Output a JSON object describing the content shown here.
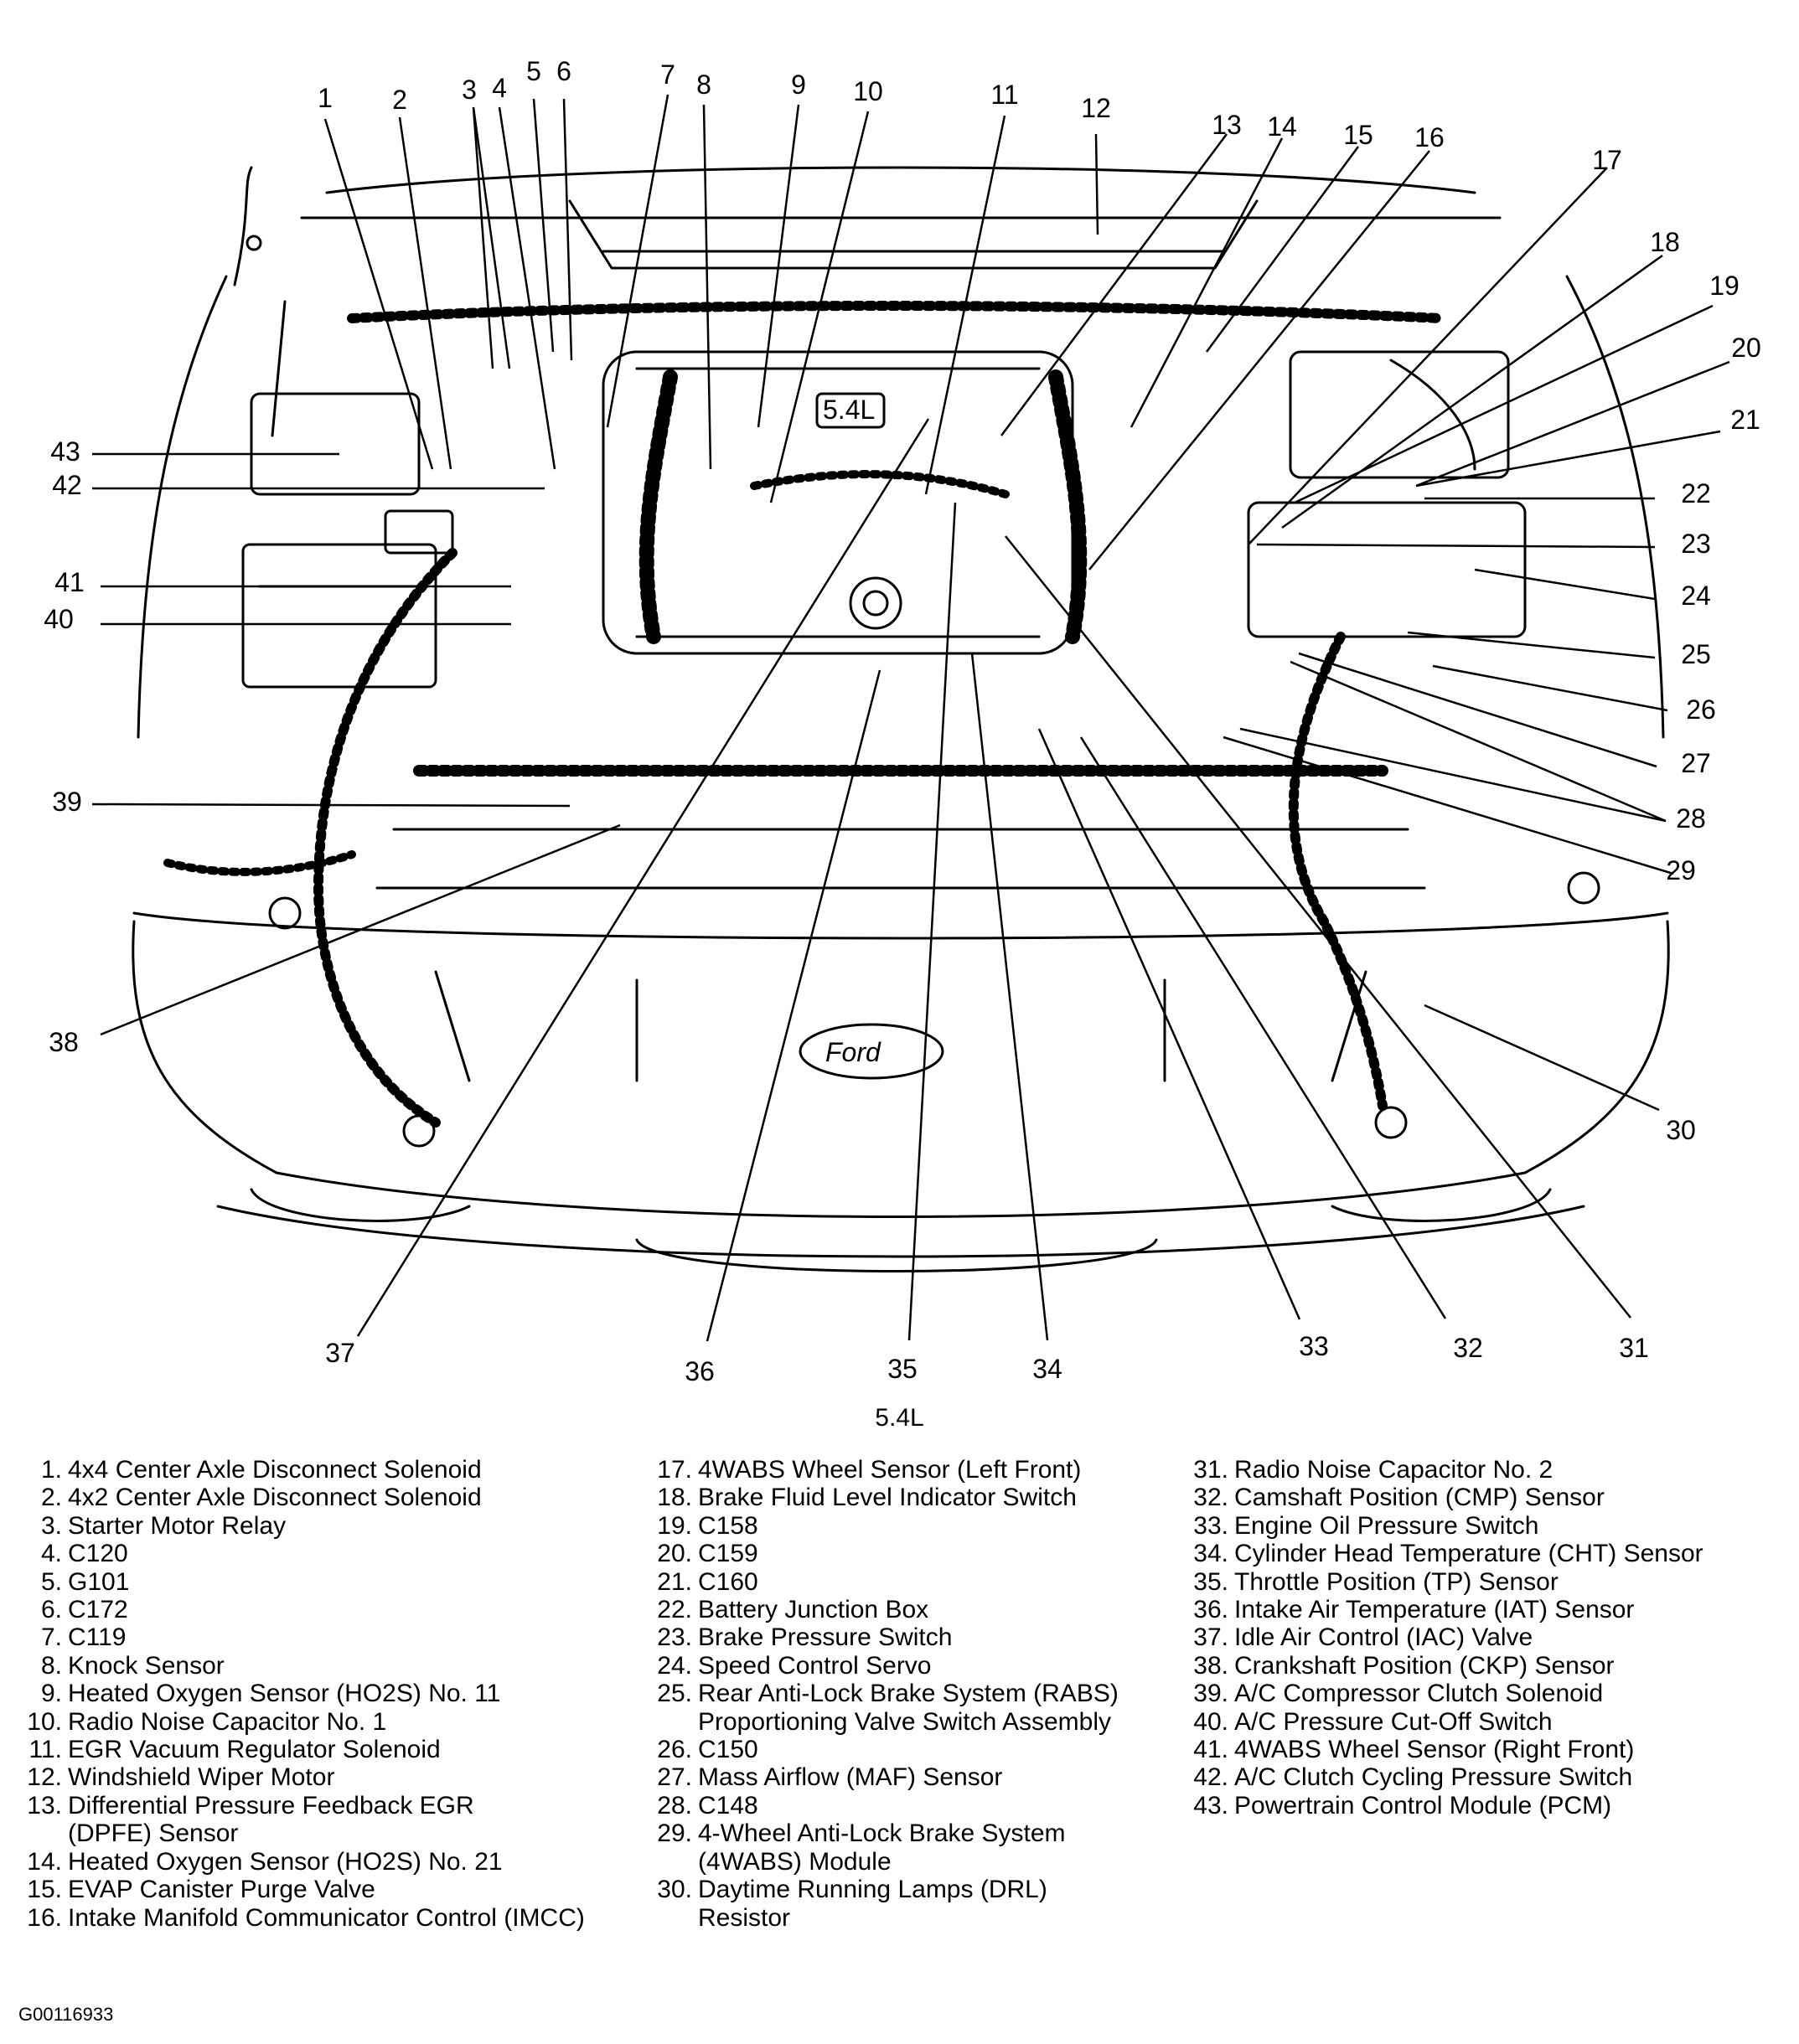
{
  "engine_caption": "5.4L",
  "figure_id": "G00116933",
  "callouts": [
    {
      "n": "1"
    },
    {
      "n": "2"
    },
    {
      "n": "3"
    },
    {
      "n": "4"
    },
    {
      "n": "5"
    },
    {
      "n": "6"
    },
    {
      "n": "7"
    },
    {
      "n": "8"
    },
    {
      "n": "9"
    },
    {
      "n": "10"
    },
    {
      "n": "11"
    },
    {
      "n": "12"
    },
    {
      "n": "13"
    },
    {
      "n": "14"
    },
    {
      "n": "15"
    },
    {
      "n": "16"
    },
    {
      "n": "17"
    },
    {
      "n": "18"
    },
    {
      "n": "19"
    },
    {
      "n": "20"
    },
    {
      "n": "21"
    },
    {
      "n": "22"
    },
    {
      "n": "23"
    },
    {
      "n": "24"
    },
    {
      "n": "25"
    },
    {
      "n": "26"
    },
    {
      "n": "27"
    },
    {
      "n": "28"
    },
    {
      "n": "29"
    },
    {
      "n": "30"
    },
    {
      "n": "31"
    },
    {
      "n": "32"
    },
    {
      "n": "33"
    },
    {
      "n": "34"
    },
    {
      "n": "35"
    },
    {
      "n": "36"
    },
    {
      "n": "37"
    },
    {
      "n": "38"
    },
    {
      "n": "39"
    },
    {
      "n": "40"
    },
    {
      "n": "41"
    },
    {
      "n": "42"
    },
    {
      "n": "43"
    }
  ],
  "legend": {
    "col1": [
      {
        "num": "1.",
        "name": "4x4 Center Axle Disconnect Solenoid"
      },
      {
        "num": "2.",
        "name": "4x2 Center Axle Disconnect Solenoid"
      },
      {
        "num": "3.",
        "name": "Starter Motor Relay"
      },
      {
        "num": "4.",
        "name": "C120"
      },
      {
        "num": "5.",
        "name": "G101"
      },
      {
        "num": "6.",
        "name": "C172"
      },
      {
        "num": "7.",
        "name": "C119"
      },
      {
        "num": "8.",
        "name": "Knock Sensor"
      },
      {
        "num": "9.",
        "name": "Heated Oxygen Sensor (HO2S) No. 11"
      },
      {
        "num": "10.",
        "name": "Radio Noise Capacitor No. 1"
      },
      {
        "num": "11.",
        "name": "EGR Vacuum Regulator Solenoid"
      },
      {
        "num": "12.",
        "name": "Windshield Wiper Motor"
      },
      {
        "num": "13.",
        "name": "Differential Pressure Feedback EGR"
      },
      {
        "num": "",
        "name": "(DPFE) Sensor"
      },
      {
        "num": "14.",
        "name": "Heated Oxygen Sensor (HO2S) No. 21"
      },
      {
        "num": "15.",
        "name": "EVAP Canister Purge Valve"
      },
      {
        "num": "16.",
        "name": "Intake Manifold Communicator Control (IMCC)"
      }
    ],
    "col2": [
      {
        "num": "17.",
        "name": "4WABS Wheel Sensor (Left Front)"
      },
      {
        "num": "18.",
        "name": "Brake Fluid Level Indicator Switch"
      },
      {
        "num": "19.",
        "name": "C158"
      },
      {
        "num": "20.",
        "name": "C159"
      },
      {
        "num": "21.",
        "name": "C160"
      },
      {
        "num": "22.",
        "name": "Battery Junction Box"
      },
      {
        "num": "23.",
        "name": "Brake Pressure Switch"
      },
      {
        "num": "24.",
        "name": "Speed Control Servo"
      },
      {
        "num": "25.",
        "name": "Rear Anti-Lock Brake System (RABS)"
      },
      {
        "num": "",
        "name": "Proportioning Valve Switch Assembly"
      },
      {
        "num": "26.",
        "name": "C150"
      },
      {
        "num": "27.",
        "name": "Mass Airflow (MAF) Sensor"
      },
      {
        "num": "28.",
        "name": "C148"
      },
      {
        "num": "29.",
        "name": "4-Wheel Anti-Lock Brake System"
      },
      {
        "num": "",
        "name": "(4WABS) Module"
      },
      {
        "num": "30.",
        "name": "Daytime Running Lamps (DRL)"
      },
      {
        "num": "",
        "name": "Resistor"
      }
    ],
    "col3": [
      {
        "num": "31.",
        "name": "Radio Noise Capacitor No. 2"
      },
      {
        "num": "32.",
        "name": "Camshaft Position (CMP) Sensor"
      },
      {
        "num": "33.",
        "name": "Engine Oil Pressure Switch"
      },
      {
        "num": "34.",
        "name": "Cylinder Head Temperature (CHT) Sensor"
      },
      {
        "num": "35.",
        "name": "Throttle Position (TP) Sensor"
      },
      {
        "num": "36.",
        "name": "Intake Air Temperature (IAT) Sensor"
      },
      {
        "num": "37.",
        "name": "Idle Air Control (IAC) Valve"
      },
      {
        "num": "38.",
        "name": "Crankshaft Position (CKP) Sensor"
      },
      {
        "num": "39.",
        "name": "A/C Compressor Clutch Solenoid"
      },
      {
        "num": "40.",
        "name": "A/C Pressure Cut-Off Switch"
      },
      {
        "num": "41.",
        "name": "4WABS Wheel Sensor (Right Front)"
      },
      {
        "num": "42.",
        "name": "A/C Clutch Cycling Pressure Switch"
      },
      {
        "num": "43.",
        "name": "Powertrain Control Module (PCM)"
      }
    ]
  }
}
